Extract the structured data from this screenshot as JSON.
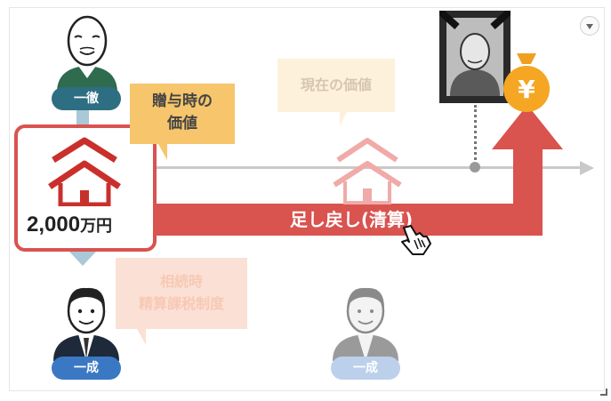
{
  "labels": {
    "gift_value_line1": "贈与時の",
    "gift_value_line2": "価値",
    "current_value": "現在の価値",
    "house_value": "2,000",
    "house_value_unit": "万円",
    "settlement": "足し戻し(清算)",
    "inheritance_line1": "相続時",
    "inheritance_line2": "精算課税制度"
  },
  "names": {
    "father": "一徹",
    "son": "一成",
    "son_future": "一成"
  },
  "icons": {
    "money": "¥"
  },
  "colors": {
    "accent_red": "#d9534f",
    "gift_bubble": "#f6c56c",
    "father_tag": "#2e6e82",
    "son_tag": "#3b78c4"
  }
}
